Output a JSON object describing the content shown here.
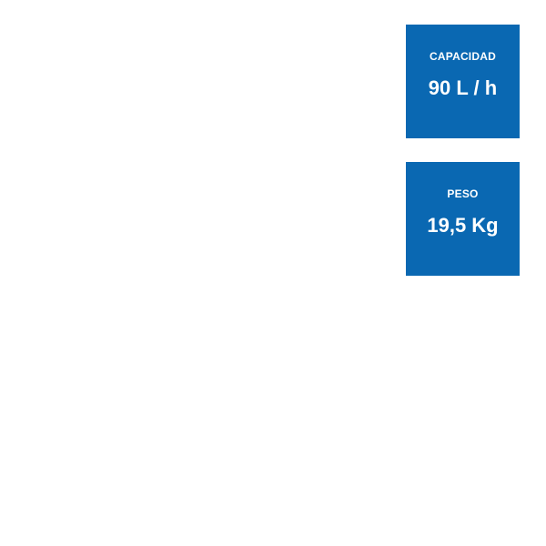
{
  "specs": [
    {
      "label": "CAPACIDAD",
      "value": "90 L / h"
    },
    {
      "label": "PESO",
      "value": "19,5 Kg"
    }
  ],
  "colors": {
    "background": "#ffffff",
    "card": "#0a68b2",
    "text": "#ffffff"
  }
}
